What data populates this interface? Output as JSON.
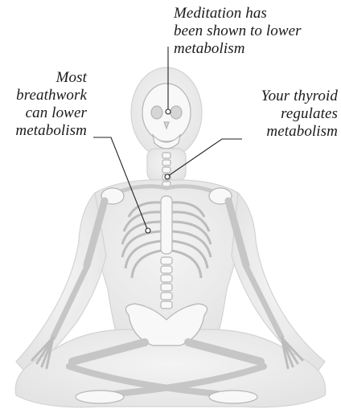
{
  "annotations": {
    "meditation": "Meditation has\nbeen shown to lower\nmetabolism",
    "breathwork": "Most\nbreathwork\ncan lower\nmetabolism",
    "thyroid": "Your thyroid\nregulates\nmetabolism"
  },
  "colors": {
    "body_outline": "#c8c8c8",
    "body_fill": "#ededed",
    "bone": "#f7f7f7",
    "bone_edge": "#b9b9b9",
    "leader_line": "#222222"
  }
}
